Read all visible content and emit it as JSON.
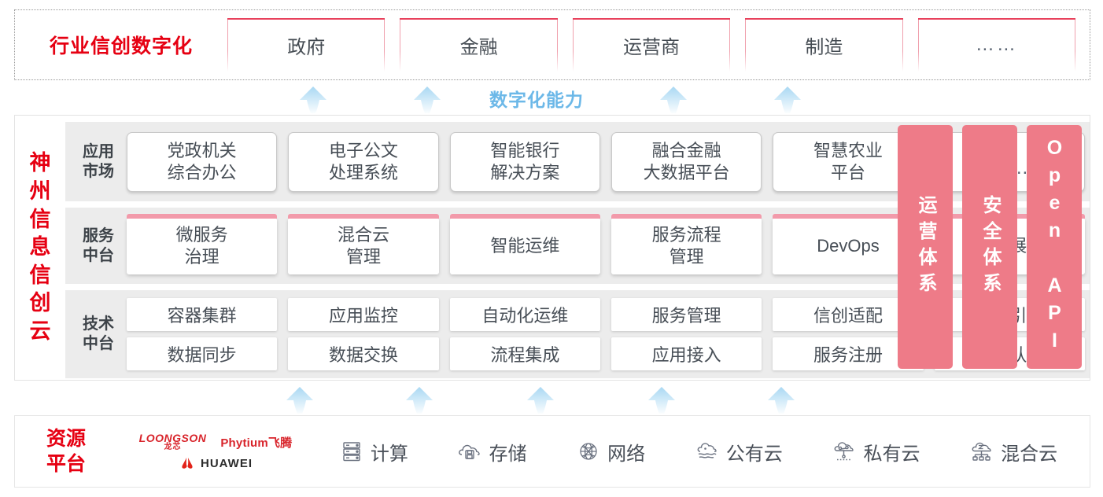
{
  "industry": {
    "title": "行业信创数字化",
    "boxes": [
      {
        "label": "政府"
      },
      {
        "label": "金融"
      },
      {
        "label": "运营商"
      },
      {
        "label": "制造"
      },
      {
        "label": "……"
      }
    ]
  },
  "capability": {
    "label": "数字化能力",
    "arrow_count": 4
  },
  "cloud": {
    "title_chars": [
      "神",
      "州",
      "信",
      "息",
      "信",
      "创",
      "云"
    ],
    "layers": [
      {
        "label": "应用\n市场",
        "label_line1": "应用",
        "label_line2": "市场",
        "cells": [
          {
            "line1": "党政机关",
            "line2": "综合办公"
          },
          {
            "line1": "电子公文",
            "line2": "处理系统"
          },
          {
            "line1": "智能银行",
            "line2": "解决方案"
          },
          {
            "line1": "融合金融",
            "line2": "大数据平台"
          },
          {
            "line1": "智慧农业",
            "line2": "平台"
          },
          {
            "line1": "",
            "line2": "……"
          }
        ]
      },
      {
        "label_line1": "服务",
        "label_line2": "中台",
        "cells": [
          {
            "line1": "微服务",
            "line2": "治理"
          },
          {
            "line1": "混合云",
            "line2": "管理"
          },
          {
            "line1": "智能运维",
            "line2": ""
          },
          {
            "line1": "服务流程",
            "line2": "管理"
          },
          {
            "line1": "DevOps",
            "line2": ""
          },
          {
            "line1": "大屏展示",
            "line2": ""
          }
        ]
      },
      {
        "label_line1": "技术",
        "label_line2": "中台",
        "row1": [
          "容器集群",
          "应用监控",
          "自动化运维",
          "服务管理",
          "信创适配",
          "流程引擎"
        ],
        "row2": [
          "数据同步",
          "数据交换",
          "流程集成",
          "应用接入",
          "服务注册",
          "统一认证"
        ]
      }
    ],
    "pink_panels": [
      {
        "text": "运营体系",
        "type": "cn"
      },
      {
        "text": "安全体系",
        "type": "cn"
      },
      {
        "text": "Open API",
        "type": "en"
      }
    ]
  },
  "resource_arrows": {
    "arrow_count": 5
  },
  "resource": {
    "title_line1": "资源",
    "title_line2": "平台",
    "logos": [
      {
        "name": "loongson",
        "en": "LOONGSON",
        "cn": "龙芯"
      },
      {
        "name": "phytium",
        "text": "Phytium飞腾"
      },
      {
        "name": "huawei",
        "text": "HUAWEI"
      }
    ],
    "items": [
      {
        "icon": "server-icon",
        "label": "计算"
      },
      {
        "icon": "cloud-storage-icon",
        "label": "存储"
      },
      {
        "icon": "network-icon",
        "label": "网络"
      },
      {
        "icon": "public-cloud-icon",
        "label": "公有云"
      },
      {
        "icon": "private-cloud-icon",
        "label": "私有云"
      },
      {
        "icon": "hybrid-cloud-icon",
        "label": "混合云"
      }
    ]
  },
  "colors": {
    "brand_red": "#e60012",
    "pink_panel": "#ee7b88",
    "pink_border": "#f08b9b",
    "arrow_blue": "#a9d8f3",
    "capability_text": "#6cb8e8",
    "layer_bg": "#ececec",
    "text_dark": "#474e56"
  }
}
